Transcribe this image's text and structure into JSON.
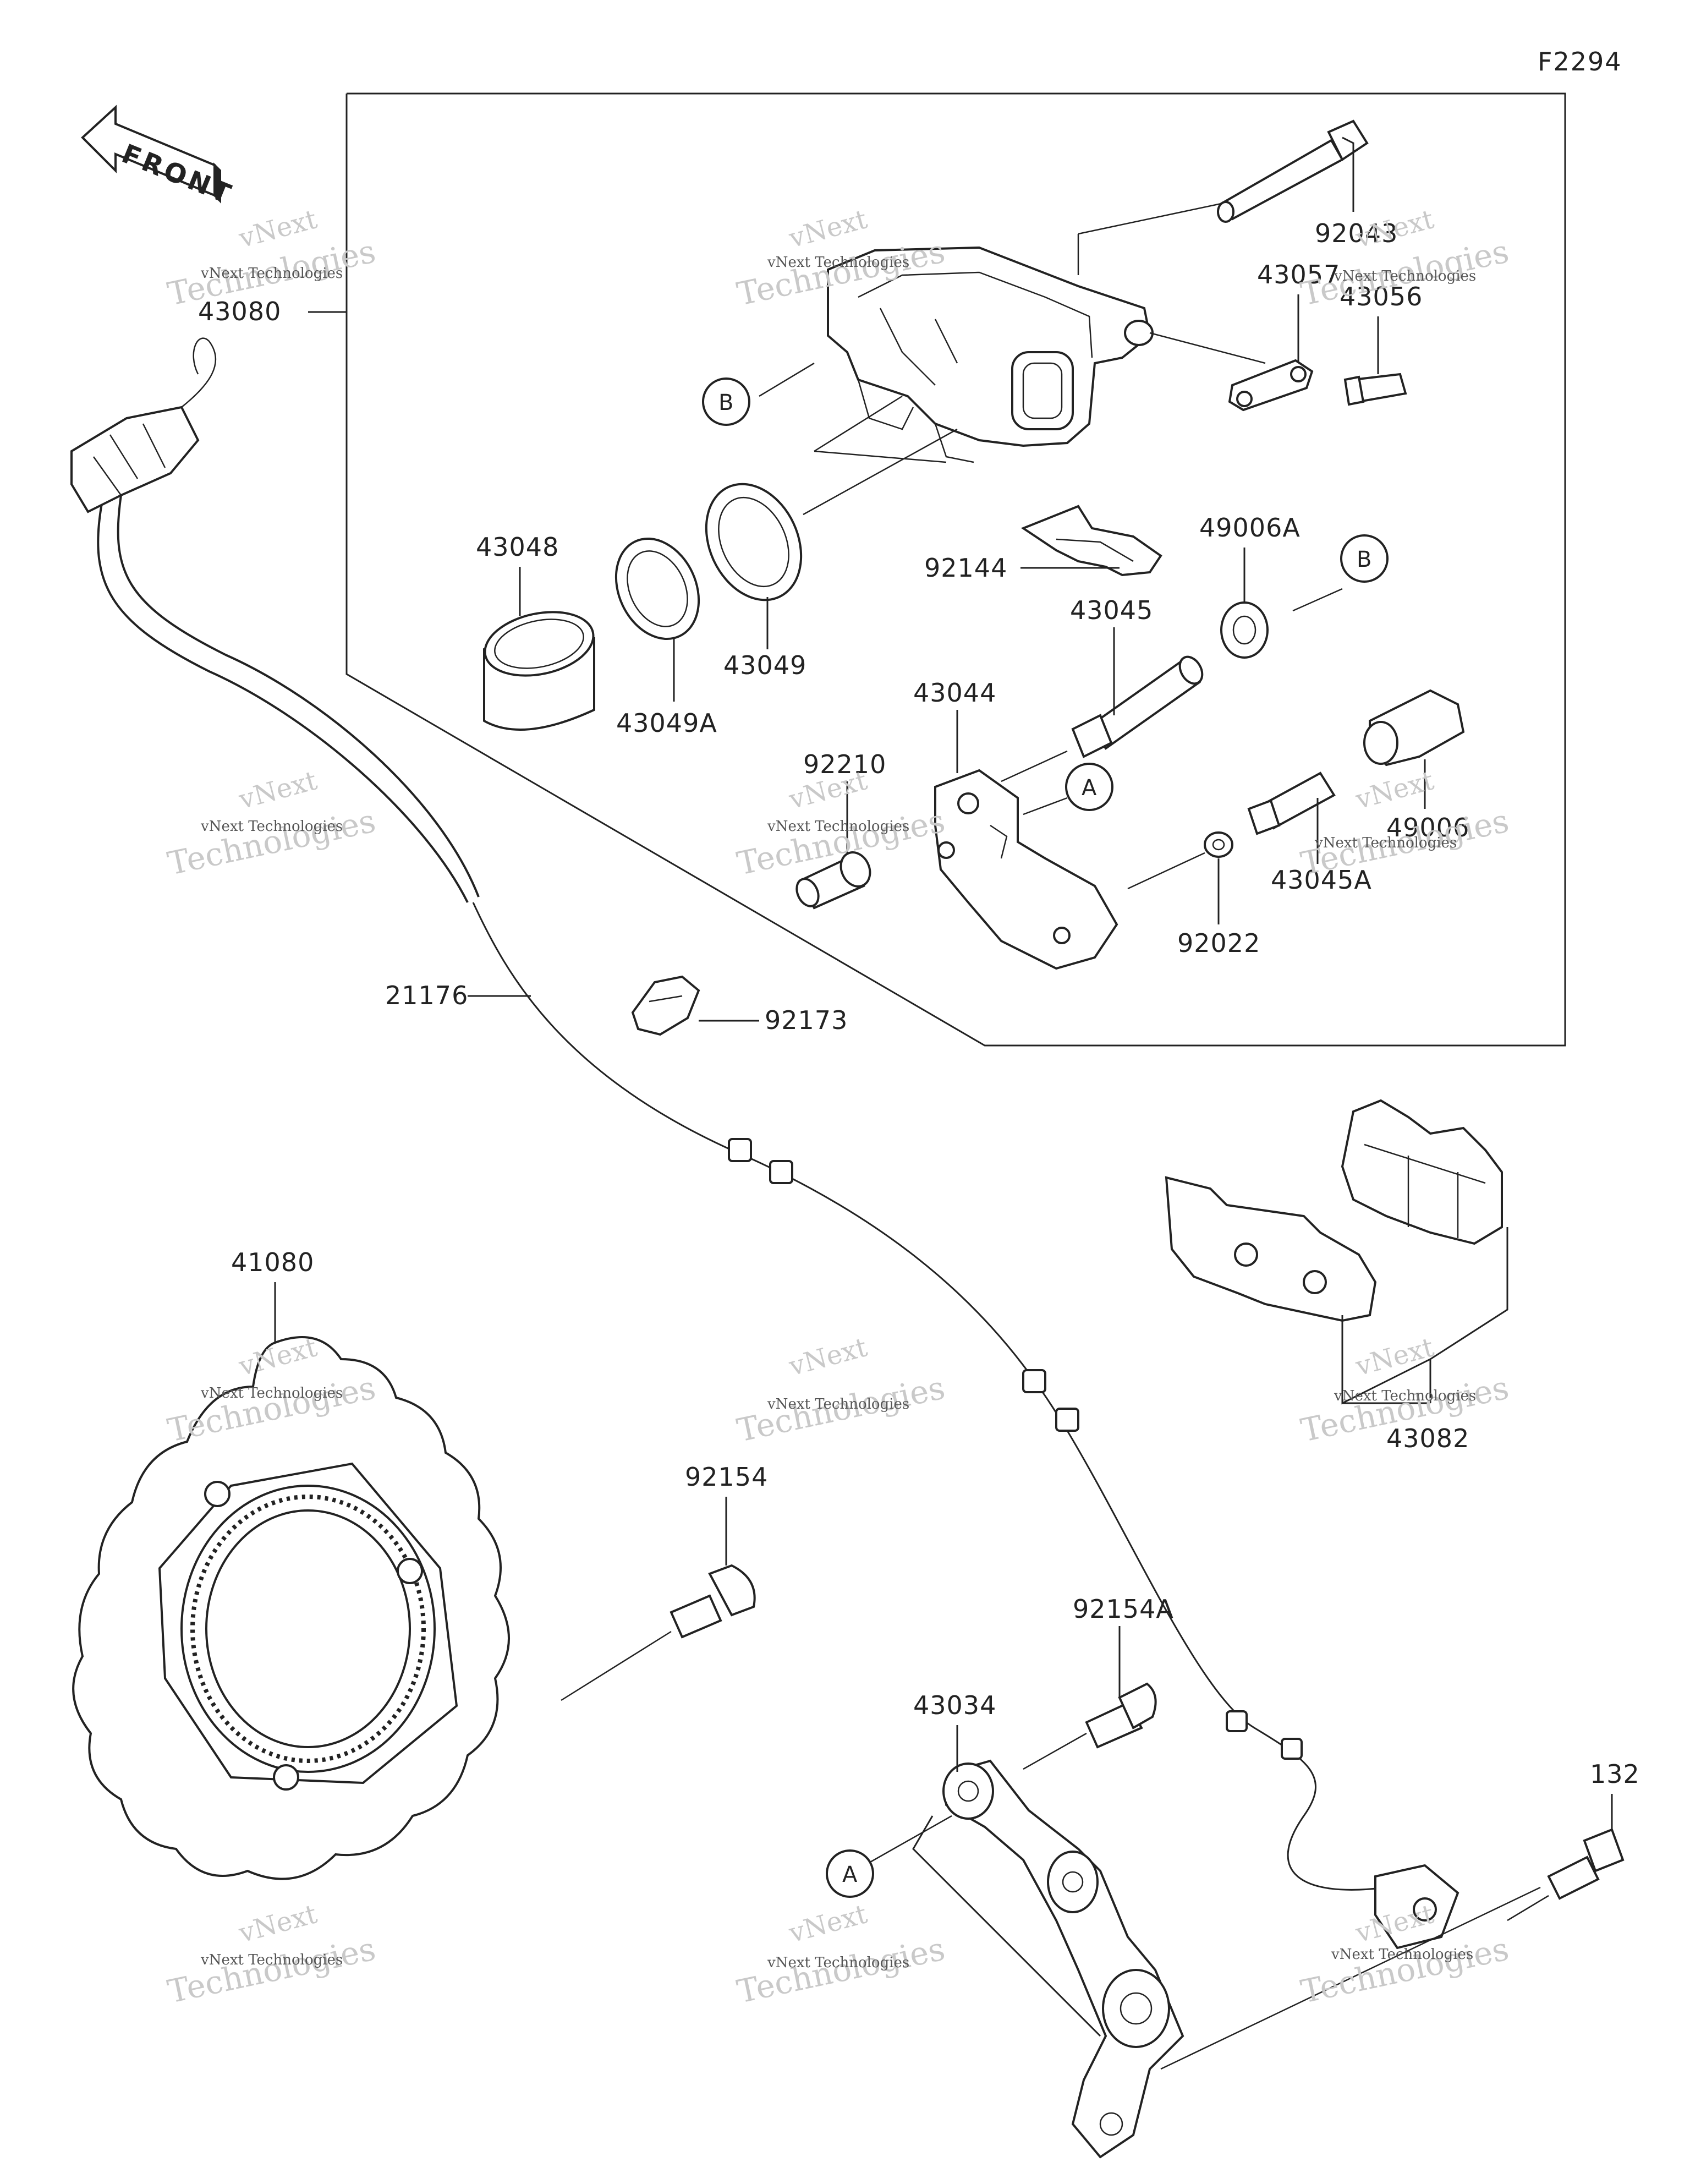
{
  "figure_code": "F2294",
  "front_arrow_text": "FRONT",
  "watermark_brand": "vNext",
  "watermark_name": "Technologies",
  "watermark_small": "vNext Technologies",
  "callouts": [
    "A",
    "B"
  ],
  "parts": {
    "p92043": "92043",
    "p43057": "43057",
    "p43056": "43056",
    "p43080": "43080",
    "p43048": "43048",
    "p43049A": "43049A",
    "p43049": "43049",
    "p92144": "92144",
    "p49006A": "49006A",
    "p43045": "43045",
    "p43044": "43044",
    "p92210": "92210",
    "p49006": "49006",
    "p43045A": "43045A",
    "p92022": "92022",
    "p21176": "21176",
    "p92173": "92173",
    "p41080": "41080",
    "p43082": "43082",
    "p92154": "92154",
    "p92154A": "92154A",
    "p43034": "43034",
    "p132": "132"
  }
}
